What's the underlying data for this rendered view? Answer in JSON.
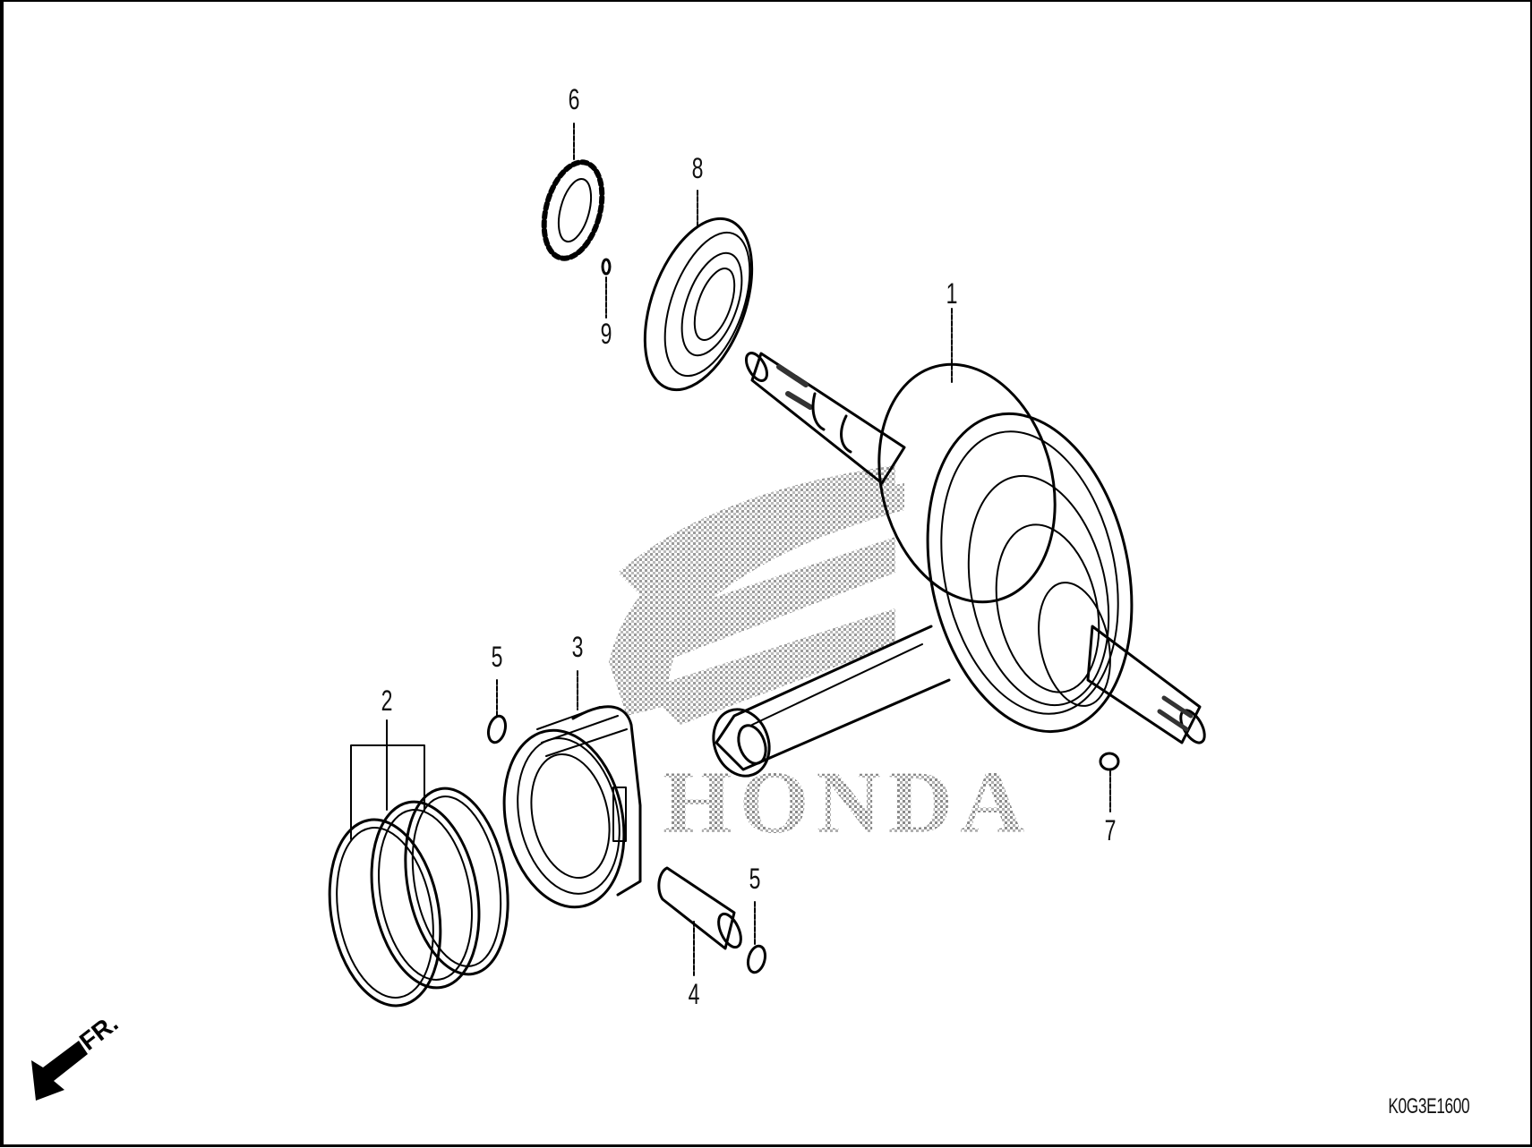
{
  "diagram": {
    "type": "exploded parts diagram",
    "subject": "Crankshaft / Piston assembly",
    "watermark": "HONDA",
    "diagram_code": "K0G3E1600",
    "direction_indicator": {
      "label": "FR.",
      "icon": "front-arrow-icon"
    },
    "colors": {
      "line": "#000000",
      "background": "#ffffff",
      "watermark": "#9a9a9a"
    }
  },
  "callouts": [
    {
      "number": "1",
      "part": "crankshaft-assembly"
    },
    {
      "number": "2",
      "part": "piston-ring-set"
    },
    {
      "number": "3",
      "part": "piston"
    },
    {
      "number": "4",
      "part": "piston-pin"
    },
    {
      "number": "5",
      "part": "piston-pin-clip-left"
    },
    {
      "number": "5",
      "part": "piston-pin-clip-right"
    },
    {
      "number": "6",
      "part": "cam-chain-sprocket"
    },
    {
      "number": "7",
      "part": "woodruff-key"
    },
    {
      "number": "8",
      "part": "radial-ball-bearing"
    },
    {
      "number": "9",
      "part": "dowel-pin"
    }
  ]
}
